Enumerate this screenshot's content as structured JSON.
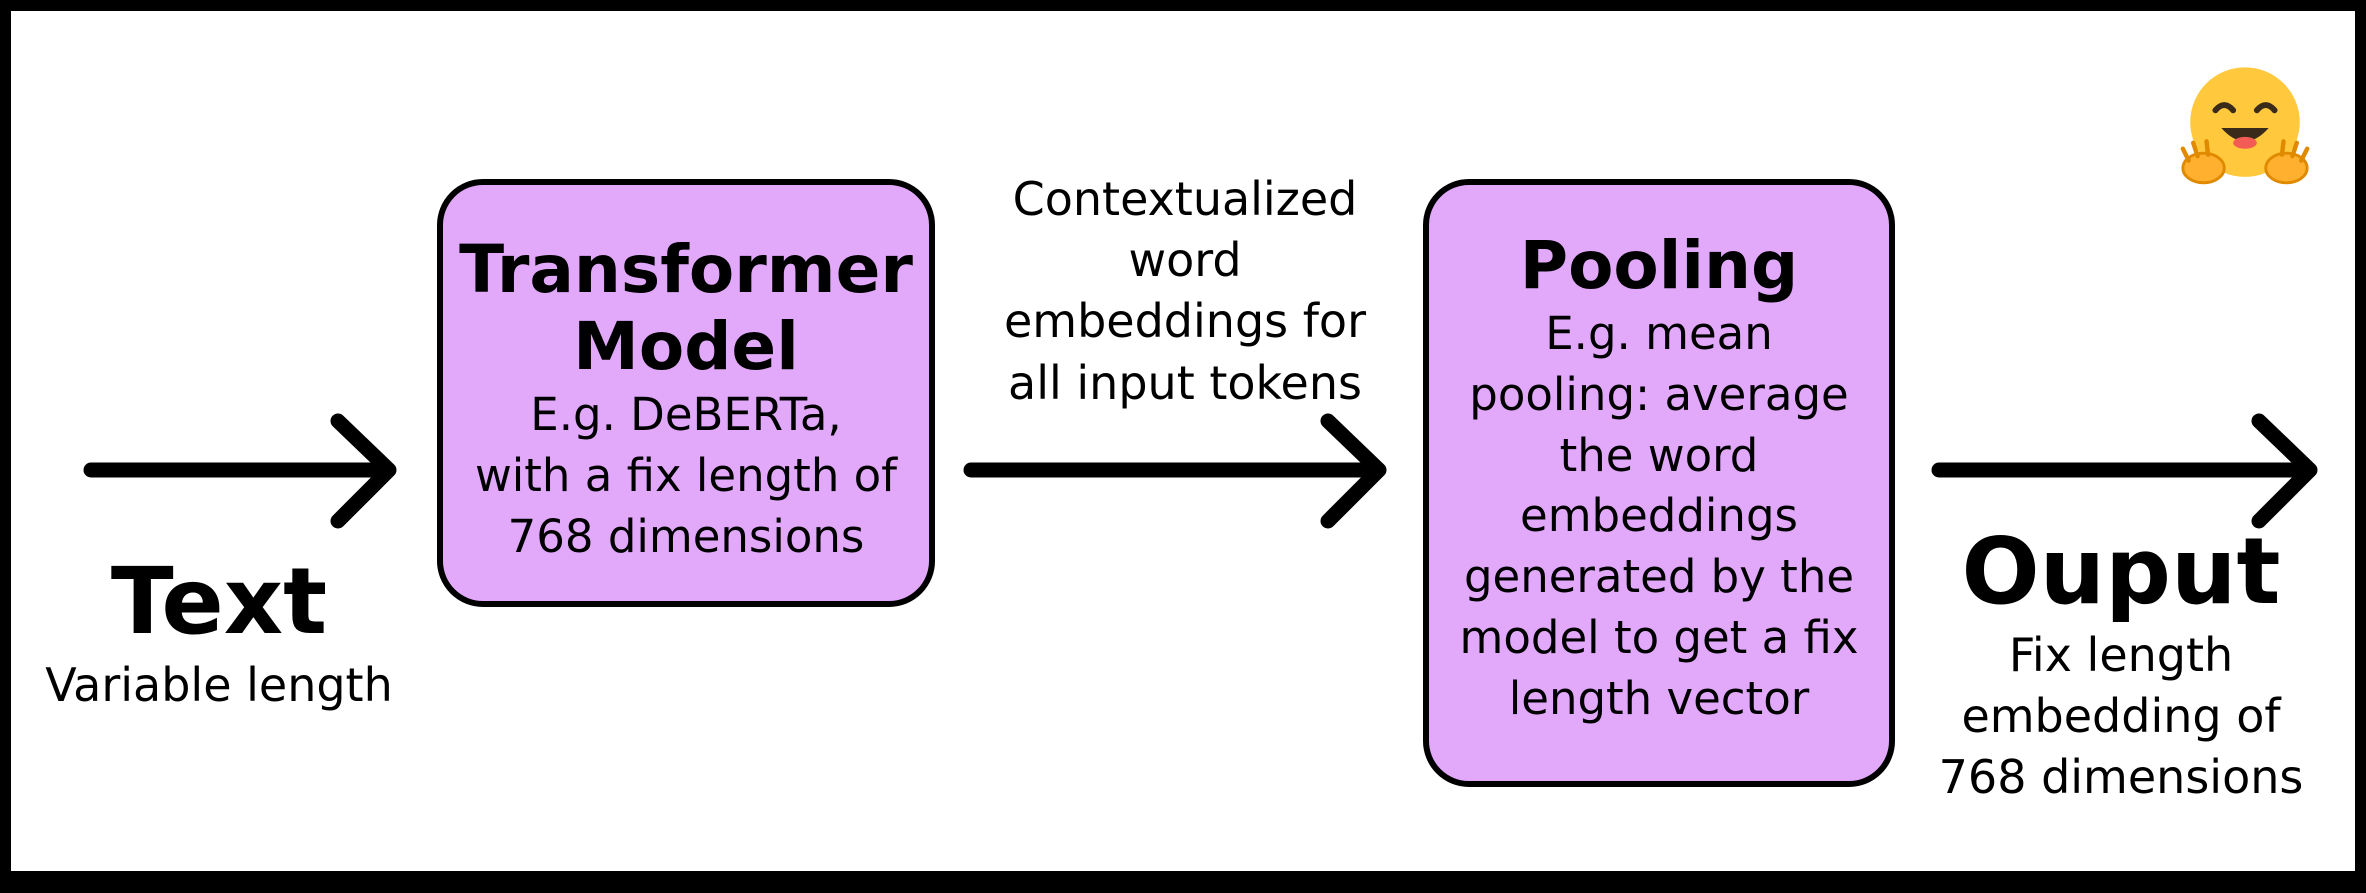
{
  "input": {
    "title": "Text",
    "subtitle": "Variable length"
  },
  "transformer": {
    "title_line1": "Transformer",
    "title_line2": "Model",
    "desc_lines": [
      "E.g. DeBERTa,",
      "with a fix length of",
      "768 dimensions"
    ]
  },
  "middle_label": {
    "lines": [
      "Contextualized",
      "word",
      "embeddings for",
      "all input tokens"
    ]
  },
  "pooling": {
    "title": "Pooling",
    "desc_lines": [
      "E.g. mean",
      "pooling: average",
      "the word",
      "embeddings",
      "generated by the",
      "model to get a fix",
      "length vector"
    ]
  },
  "output": {
    "title": "Ouput",
    "desc_lines": [
      "Fix length",
      "embedding of",
      "768 dimensions"
    ]
  },
  "colors": {
    "box_fill": "#e2a9fb",
    "stroke": "#000000",
    "background": "#ffffff",
    "emoji_yellow": "#ffc83d"
  },
  "icons": {
    "logo": "hugging-face-emoji-icon"
  }
}
